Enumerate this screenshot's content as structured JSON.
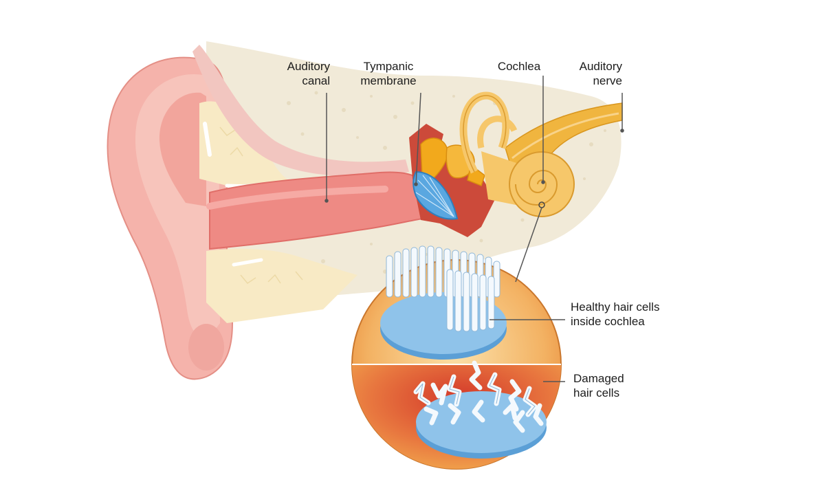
{
  "labels": {
    "auditory_canal": [
      "Auditory",
      "canal"
    ],
    "tympanic_membrane": [
      "Tympanic",
      "membrane"
    ],
    "cochlea": [
      "Cochlea"
    ],
    "auditory_nerve": [
      "Auditory",
      "nerve"
    ],
    "healthy_hair_cells": [
      "Healthy hair cells",
      "inside cochlea"
    ],
    "damaged_hair_cells": [
      "Damaged",
      "hair cells"
    ]
  },
  "colors": {
    "skin": "#f5b3ab",
    "skin_dark": "#e88b82",
    "canal": "#ee8a84",
    "bone": "#f1ead8",
    "cartilage": "#f8eac5",
    "ossicles": "#f2a91c",
    "cochlea": "#f6c76a",
    "nerve": "#f0b53f",
    "membrane": "#5aa7e0",
    "cells": "#8fc3ea",
    "cell_white": "#f4f9fd",
    "sphere_orange": "#f2a64e",
    "sphere_red": "#d9402c"
  }
}
